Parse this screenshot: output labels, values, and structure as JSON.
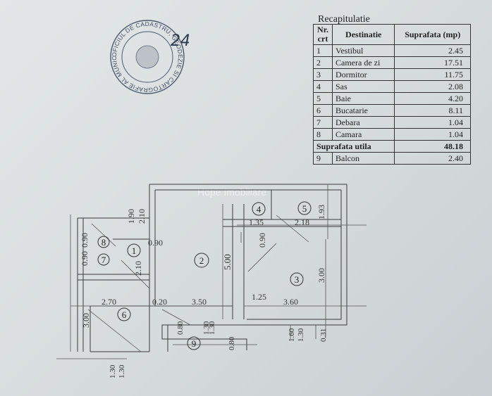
{
  "stamp": {
    "text": "OFICIUL DE CADASTRU, GEODEZIE SI CARTOGRAFIE AL MUNICIPIULUI BUCURESTI",
    "handwritten": "24"
  },
  "recap": {
    "title": "Recapitulatie",
    "headers": {
      "nr": "Nr. crt",
      "dest": "Destinatie",
      "supr": "Suprafata (mp)"
    },
    "rows": [
      {
        "nr": "1",
        "dest": "Vestibul",
        "supr": "2.45"
      },
      {
        "nr": "2",
        "dest": "Camera de zi",
        "supr": "17.51"
      },
      {
        "nr": "3",
        "dest": "Dormitor",
        "supr": "11.75"
      },
      {
        "nr": "4",
        "dest": "Sas",
        "supr": "2.08"
      },
      {
        "nr": "5",
        "dest": "Baie",
        "supr": "4.20"
      },
      {
        "nr": "6",
        "dest": "Bucatarie",
        "supr": "8.11"
      },
      {
        "nr": "7",
        "dest": "Debara",
        "supr": "1.04"
      },
      {
        "nr": "8",
        "dest": "Camara",
        "supr": "1.04"
      }
    ],
    "total": {
      "label": "Suprafata utila",
      "supr": "48.18"
    },
    "balcon": {
      "nr": "9",
      "dest": "Balcon",
      "supr": "2.40"
    }
  },
  "plan": {
    "watermark": "Hope Imobiliare",
    "rooms": [
      "1",
      "2",
      "3",
      "4",
      "5",
      "6",
      "7",
      "8",
      "9"
    ],
    "dims": {
      "d190": "1.90",
      "d210": "2.10",
      "d090": "0.90",
      "d135": "1.35",
      "d218": "2.18",
      "d193": "1.93",
      "d500": "5.00",
      "d300": "3.00",
      "d270": "2.70",
      "d350": "3.50",
      "d360": "3.60",
      "d125": "1.25",
      "d020": "0.20",
      "d130": "1.30",
      "d160": "1.60",
      "d080": "0.80",
      "d031": "0.31"
    }
  }
}
